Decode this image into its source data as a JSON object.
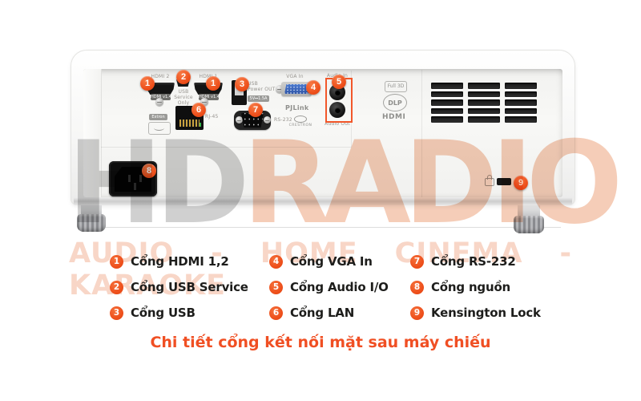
{
  "projector": {
    "callouts": [
      "1",
      "2",
      "1",
      "3",
      "4",
      "5",
      "6",
      "7",
      "8",
      "9"
    ],
    "ports": {
      "hdmi2_label": "HDMI 2",
      "hdmi1_label": "HDMI 1",
      "hdmi_version_badge": "HDMI v1.4",
      "usb_service_lines": [
        "USB",
        "Service",
        "Only"
      ],
      "usb_power_lines": [
        "USB",
        "Power OUT"
      ],
      "usb_power_badge": "5V⎓1.5A",
      "vga_label": "VGA In",
      "audio_in_label": "Audio In",
      "audio_out_label": "Audio Out",
      "rj45_label": "RJ-45",
      "rs232_label": "RS-232"
    },
    "logos": {
      "extron": "Extron",
      "pjlink": "PJLink",
      "crestron": "CRESTRON",
      "full_3d": "Full 3D",
      "dlp": "DLP",
      "hdmi": "HDMI"
    }
  },
  "watermark": {
    "line1_part1": "HD",
    "line1_part2": "RADIO",
    "line2": "AUDIO - HOME CINEMA - KARAOKE"
  },
  "legend": {
    "items": [
      {
        "num": "1",
        "label": "Cổng HDMI 1,2"
      },
      {
        "num": "2",
        "label": "Cổng USB Service"
      },
      {
        "num": "3",
        "label": "Cổng USB"
      },
      {
        "num": "4",
        "label": "Cổng VGA In"
      },
      {
        "num": "5",
        "label": "Cổng Audio I/O"
      },
      {
        "num": "6",
        "label": "Cổng LAN"
      },
      {
        "num": "7",
        "label": "Cổng RS-232"
      },
      {
        "num": "8",
        "label": "Cổng nguồn"
      },
      {
        "num": "9",
        "label": "Kensington Lock"
      }
    ],
    "caption": "Chi tiết cổng kết nối mặt sau máy chiếu"
  },
  "colors": {
    "accent_orange": "#ee4f1b",
    "caption_orange": "#f04f23",
    "watermark_gray": "#d0d0d0",
    "watermark_peach": "#f5cdb8",
    "vga_blue": "#3a66b8"
  }
}
